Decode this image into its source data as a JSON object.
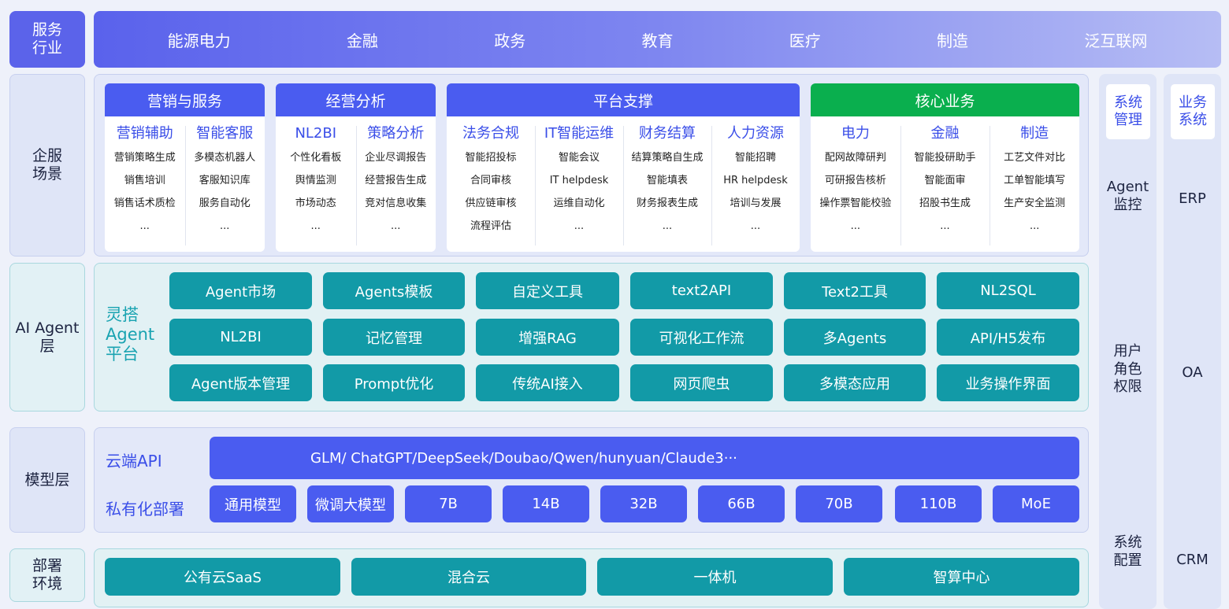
{
  "rows": {
    "industry": "服务\n行业",
    "scenario": "企服\n场景",
    "agent": "AI Agent\n层",
    "model": "模型层",
    "deploy": "部署\n环境"
  },
  "industries": [
    "能源电力",
    "金融",
    "政务",
    "教育",
    "医疗",
    "制造",
    "泛互联网"
  ],
  "scenario_groups": [
    {
      "title": "营销与服务",
      "columns": [
        {
          "title": "营销辅助",
          "items": [
            "营销策略生成",
            "销售培训",
            "销售话术质检",
            "..."
          ]
        },
        {
          "title": "智能客服",
          "items": [
            "多模态机器人",
            "客服知识库",
            "服务自动化",
            "..."
          ]
        }
      ]
    },
    {
      "title": "经营分析",
      "columns": [
        {
          "title": "NL2BI",
          "items": [
            "个性化看板",
            "舆情监测",
            "市场动态",
            "..."
          ]
        },
        {
          "title": "策略分析",
          "items": [
            "企业尽调报告",
            "经营报告生成",
            "竞对信息收集",
            "..."
          ]
        }
      ]
    },
    {
      "title": "平台支撑",
      "columns": [
        {
          "title": "法务合规",
          "items": [
            "智能招投标",
            "合同审核",
            "供应链审核",
            "流程评估"
          ]
        },
        {
          "title": "IT智能运维",
          "items": [
            "智能会议",
            "IT helpdesk",
            "运维自动化",
            "..."
          ]
        },
        {
          "title": "财务结算",
          "items": [
            "结算策略自生成",
            "智能填表",
            "财务报表生成",
            "..."
          ]
        },
        {
          "title": "人力资源",
          "items": [
            "智能招聘",
            "HR helpdesk",
            "培训与发展",
            "..."
          ]
        }
      ]
    },
    {
      "title": "核心业务",
      "columns": [
        {
          "title": "电力",
          "items": [
            "配网故障研判",
            "可研报告核析",
            "操作票智能校验",
            "..."
          ]
        },
        {
          "title": "金融",
          "items": [
            "智能投研助手",
            "智能面审",
            "招股书生成",
            "..."
          ]
        },
        {
          "title": "制造",
          "items": [
            "工艺文件对比",
            "工单智能填写",
            "生产安全监测",
            "..."
          ]
        }
      ]
    }
  ],
  "agent_platform": {
    "label": "灵搭\nAgent\n平台",
    "buttons": [
      [
        "Agent市场",
        "Agents模板",
        "自定义工具",
        "text2API",
        "Text2工具",
        "NL2SQL"
      ],
      [
        "NL2BI",
        "记忆管理",
        "增强RAG",
        "可视化工作流",
        "多Agents",
        "API/H5发布"
      ],
      [
        "Agent版本管理",
        "Prompt优化",
        "传统AI接入",
        "网页爬虫",
        "多模态应用",
        "业务操作界面"
      ]
    ]
  },
  "model_layer": {
    "cloud_label": "云端API",
    "cloud_models": "GLM/ ChatGPT/DeepSeek/Doubao/Qwen/hunyuan/Claude3···",
    "private_label": "私有化部署",
    "private_models": [
      "通用模型",
      "微调大模型",
      "7B",
      "14B",
      "32B",
      "66B",
      "70B",
      "110B",
      "MoE"
    ]
  },
  "deploy": [
    "公有云SaaS",
    "混合云",
    "一体机",
    "智算中心"
  ],
  "system_mgmt": {
    "title": "系统\n管理",
    "items": [
      "Agent\n监控",
      "用户\n角色\n权限",
      "系统\n配置"
    ]
  },
  "business_sys": {
    "title": "业务\n系统",
    "items": [
      "ERP",
      "OA",
      "CRM"
    ]
  },
  "colors": {
    "primary": "#4a5cf0",
    "teal": "#129aa7",
    "green": "#0aaf4e"
  }
}
